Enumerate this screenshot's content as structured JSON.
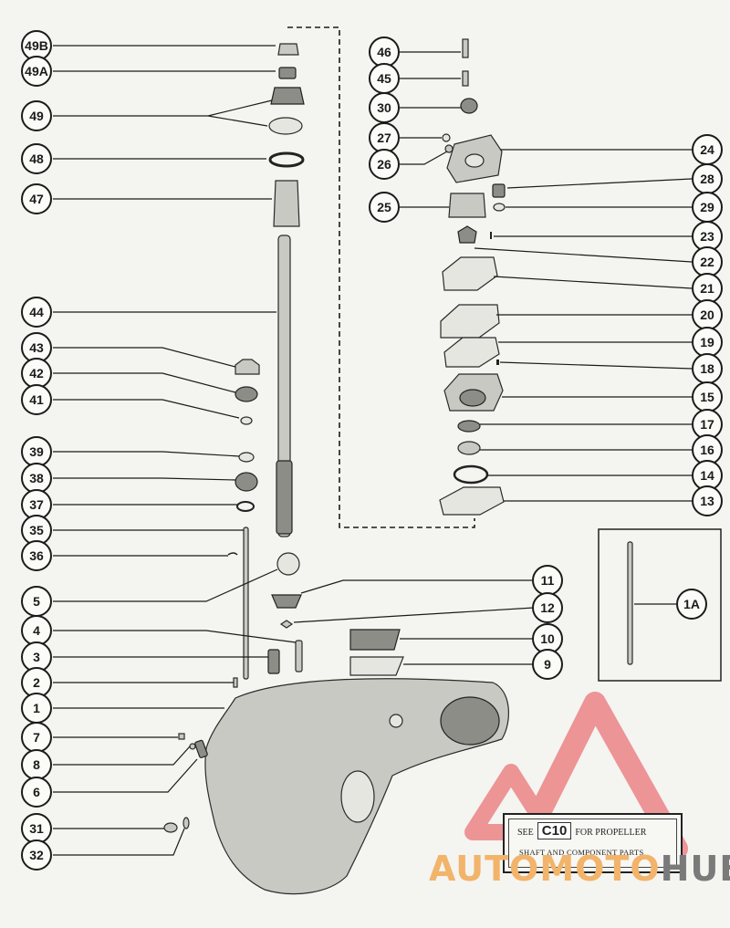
{
  "callouts": [
    "49B",
    "49A",
    "49",
    "48",
    "47",
    "44",
    "43",
    "42",
    "41",
    "39",
    "38",
    "37",
    "35",
    "36",
    "5",
    "4",
    "3",
    "2",
    "1",
    "7",
    "8",
    "6",
    "31",
    "32",
    "46",
    "45",
    "30",
    "27",
    "26",
    "24",
    "28",
    "25",
    "29",
    "23",
    "22",
    "21",
    "20",
    "19",
    "18",
    "15",
    "17",
    "16",
    "14",
    "13",
    "11",
    "12",
    "10",
    "9",
    "1A"
  ],
  "note": {
    "see": "SEE",
    "ref": "C10",
    "line1_rest": "FOR PROPELLER",
    "line2": "SHAFT AND COMPONENT PARTS"
  },
  "watermark": {
    "part1": "AUTOMOTO",
    "part2": "HUB",
    "color_primary": "#e8464a",
    "color_secondary": "#f2b46a",
    "color_tertiary": "#7a7a7a"
  }
}
